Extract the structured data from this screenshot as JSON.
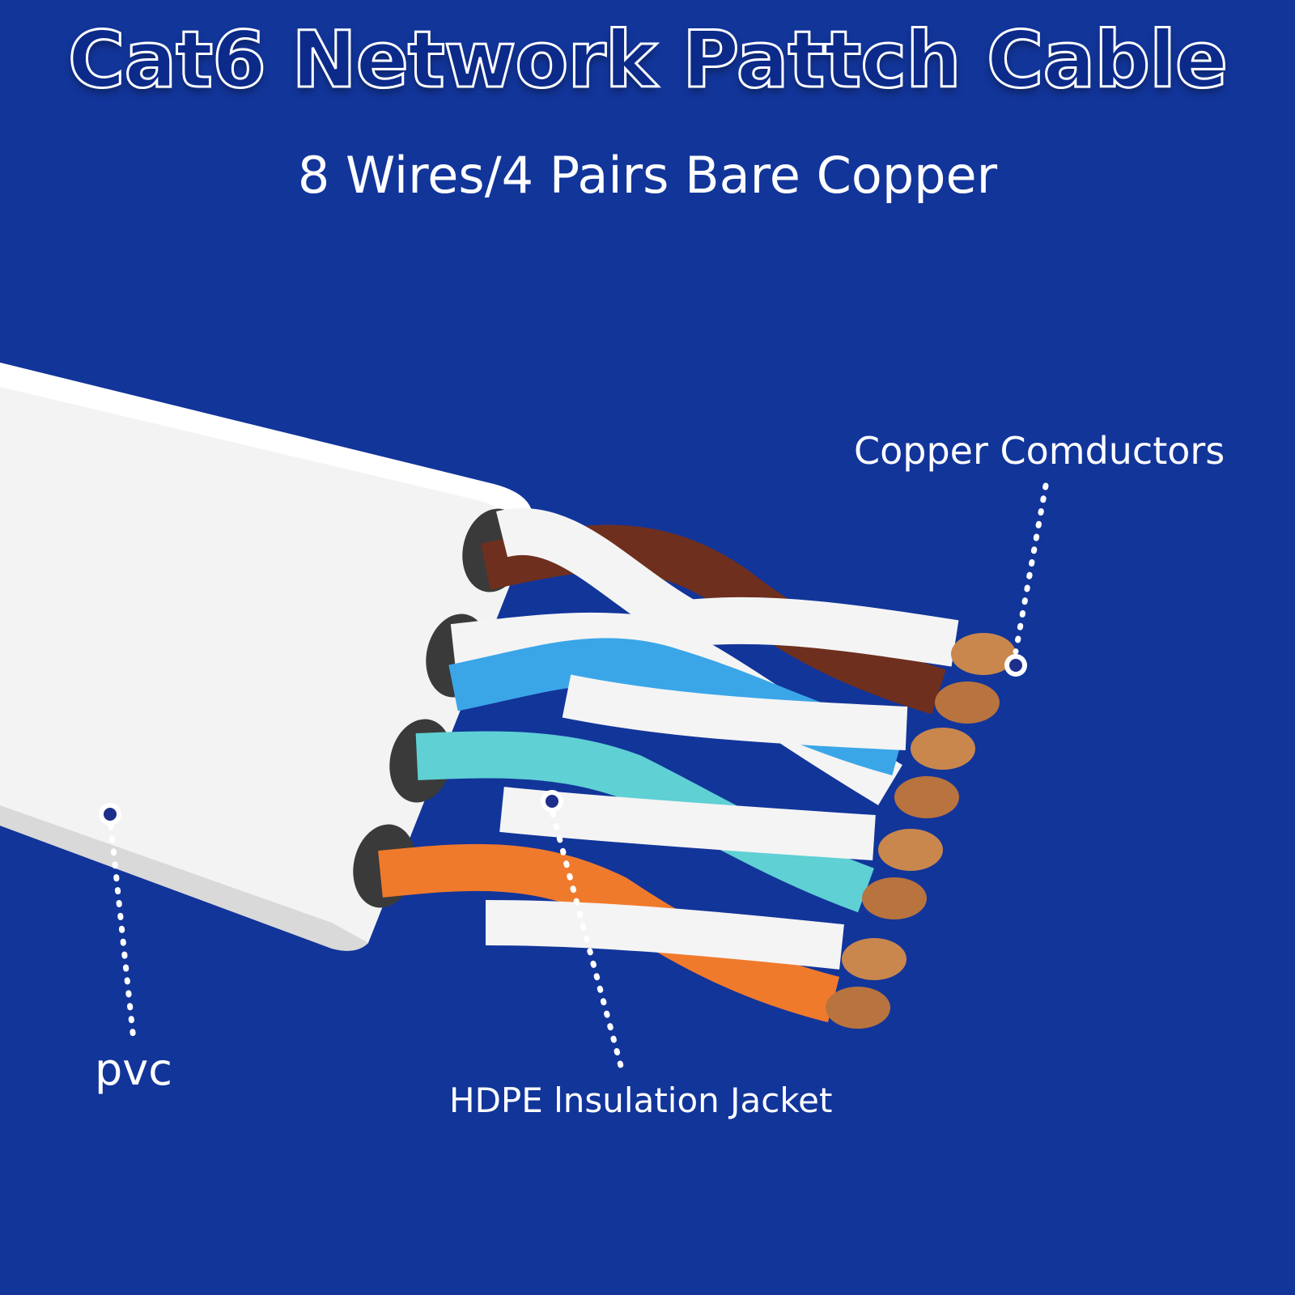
{
  "title": "Cat6 Network Pattch Cable",
  "subtitle": "8 Wires/4 Pairs Bare Copper",
  "labels": {
    "copper": "Copper Comductors",
    "pvc": "pvc",
    "hdpe": "HDPE lnsulation Jacket"
  },
  "colors": {
    "background": "#12359a",
    "jacket": "#f2f2f2",
    "brown": "#6e2f1e",
    "blue": "#3aa6e8",
    "green": "#5fd0d4",
    "orange": "#f07a2c",
    "white_wire": "#f4f4f4",
    "copper": "#c9874d",
    "marker": "#1d2f8a"
  },
  "pairs": [
    "brown",
    "blue",
    "green",
    "orange"
  ]
}
